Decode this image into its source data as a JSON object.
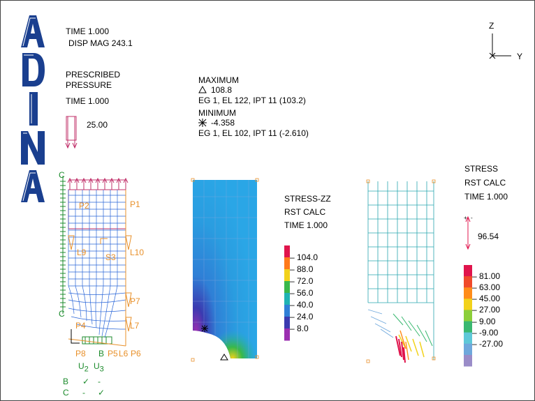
{
  "logo": {
    "letters": [
      "A",
      "D",
      "I",
      "N",
      "A"
    ],
    "color": "#1a3f8f"
  },
  "header": {
    "time": "TIME 1.000",
    "disp_mag": "DISP MAG 243.1"
  },
  "axes": {
    "z": "Z",
    "y": "Y"
  },
  "prescribed": {
    "label1": "PRESCRIBED",
    "label2": "PRESSURE",
    "time": "TIME 1.000",
    "value": "25.00"
  },
  "extremes": {
    "max_label": "MAXIMUM",
    "max_value": "108.8",
    "max_loc": "EG 1, EL 122, IPT 11 (103.2)",
    "min_label": "MINIMUM",
    "min_value": "-4.358",
    "min_loc": "EG 1, EL 102, IPT 11 (-2.610)"
  },
  "model_labels": {
    "p1": "P1",
    "p2": "P2",
    "l9": "L9",
    "l10": "L10",
    "s3": "S3",
    "p7": "P7",
    "p4": "P4",
    "l7": "L7",
    "p8": "P8",
    "b": "B",
    "p5": "P5",
    "l6": "L6",
    "p6": "P6",
    "c_top": "C",
    "c_bot": "C"
  },
  "bc_table": {
    "col1": "U",
    "col1_sub": "2",
    "col2": "U",
    "col2_sub": "3",
    "row_b": "B",
    "row_b_1": "✓",
    "row_b_2": "-",
    "row_c": "C",
    "row_c_1": "-",
    "row_c_2": "✓"
  },
  "stress_zz": {
    "title": "STRESS-ZZ",
    "calc": "RST CALC",
    "time": "TIME 1.000",
    "ticks": [
      "104.0",
      "88.0",
      "72.0",
      "56.0",
      "40.0",
      "24.0",
      "8.0"
    ],
    "colors": [
      "#e0144c",
      "#ff7a1a",
      "#f2d21b",
      "#39b84a",
      "#1fb3b3",
      "#2f7fd6",
      "#3b3ab0",
      "#9b2fb0"
    ]
  },
  "stress_vec": {
    "title": "STRESS",
    "calc": "RST CALC",
    "time": "TIME 1.000",
    "arrow_value": "96.54",
    "ticks": [
      "81.00",
      "63.00",
      "45.00",
      "27.00",
      "9.00",
      "-9.00",
      "-27.00"
    ],
    "colors": [
      "#e0144c",
      "#f04a2a",
      "#ff8c1a",
      "#f2d21b",
      "#8ccf3a",
      "#39b870",
      "#5ec8d8",
      "#6fa8dc",
      "#9a8cc8"
    ]
  }
}
